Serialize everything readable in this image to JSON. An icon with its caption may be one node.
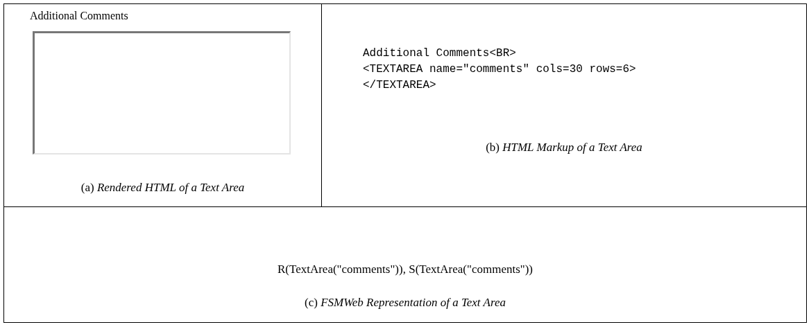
{
  "diagram": {
    "nodes": [
      {
        "text": [
          "Additional Comments",
          "(a) *Rendered HTML of a Text Area*"
        ]
      },
      {
        "text": [],
        "shape": "box",
        "in": 0
      },
      {
        "text": [
          "Additional Comments<BR>",
          "<TEXTAREA name=\"comments\" cols=30 rows=6>",
          "</TEXTAREA>",
          "(b) *HTML Markup of a Text Area*"
        ]
      },
      {
        "text": [
          "R(TextArea(\"comments\")), S(TextArea(\"comments\"))",
          "(c) *FSMWeb Representation of a Text Area*"
        ]
      }
    ]
  }
}
